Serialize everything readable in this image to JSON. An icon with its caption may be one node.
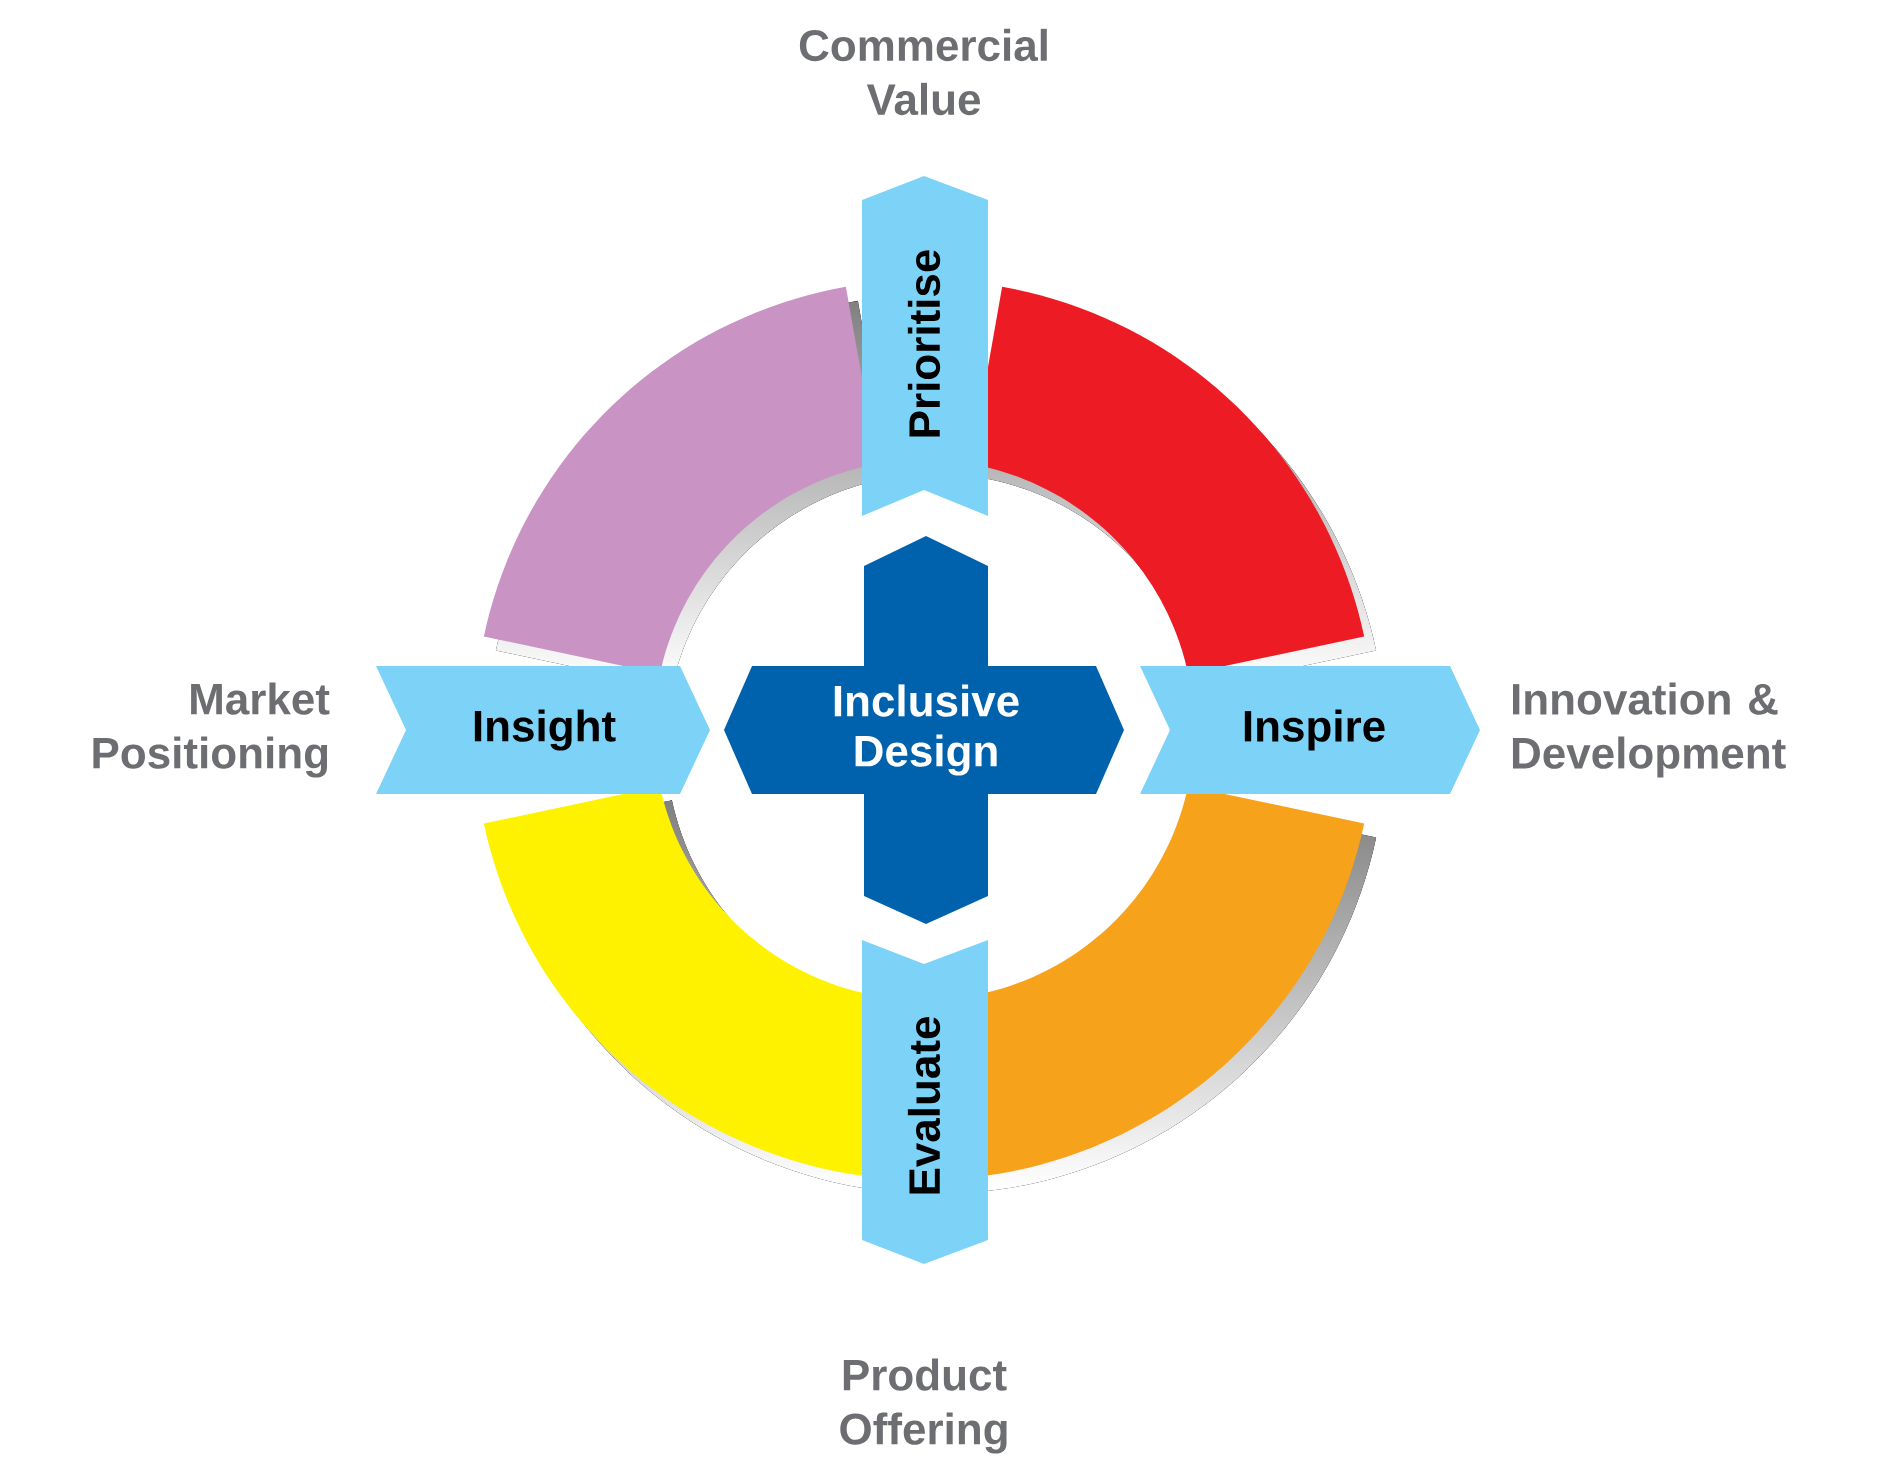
{
  "diagram": {
    "nodes": [
      {
        "text": [
          "Prioritise"
        ]
      },
      {
        "text": [
          "Insight"
        ]
      },
      {
        "text": [
          "Inclusive Design"
        ]
      },
      {
        "text": [
          "Inspire"
        ]
      },
      {
        "text": [
          "Evaluate"
        ]
      }
    ],
    "labels": [
      "Commercial Value",
      "Market Positioning",
      "Innovation & Development",
      "Product Offering"
    ]
  }
}
